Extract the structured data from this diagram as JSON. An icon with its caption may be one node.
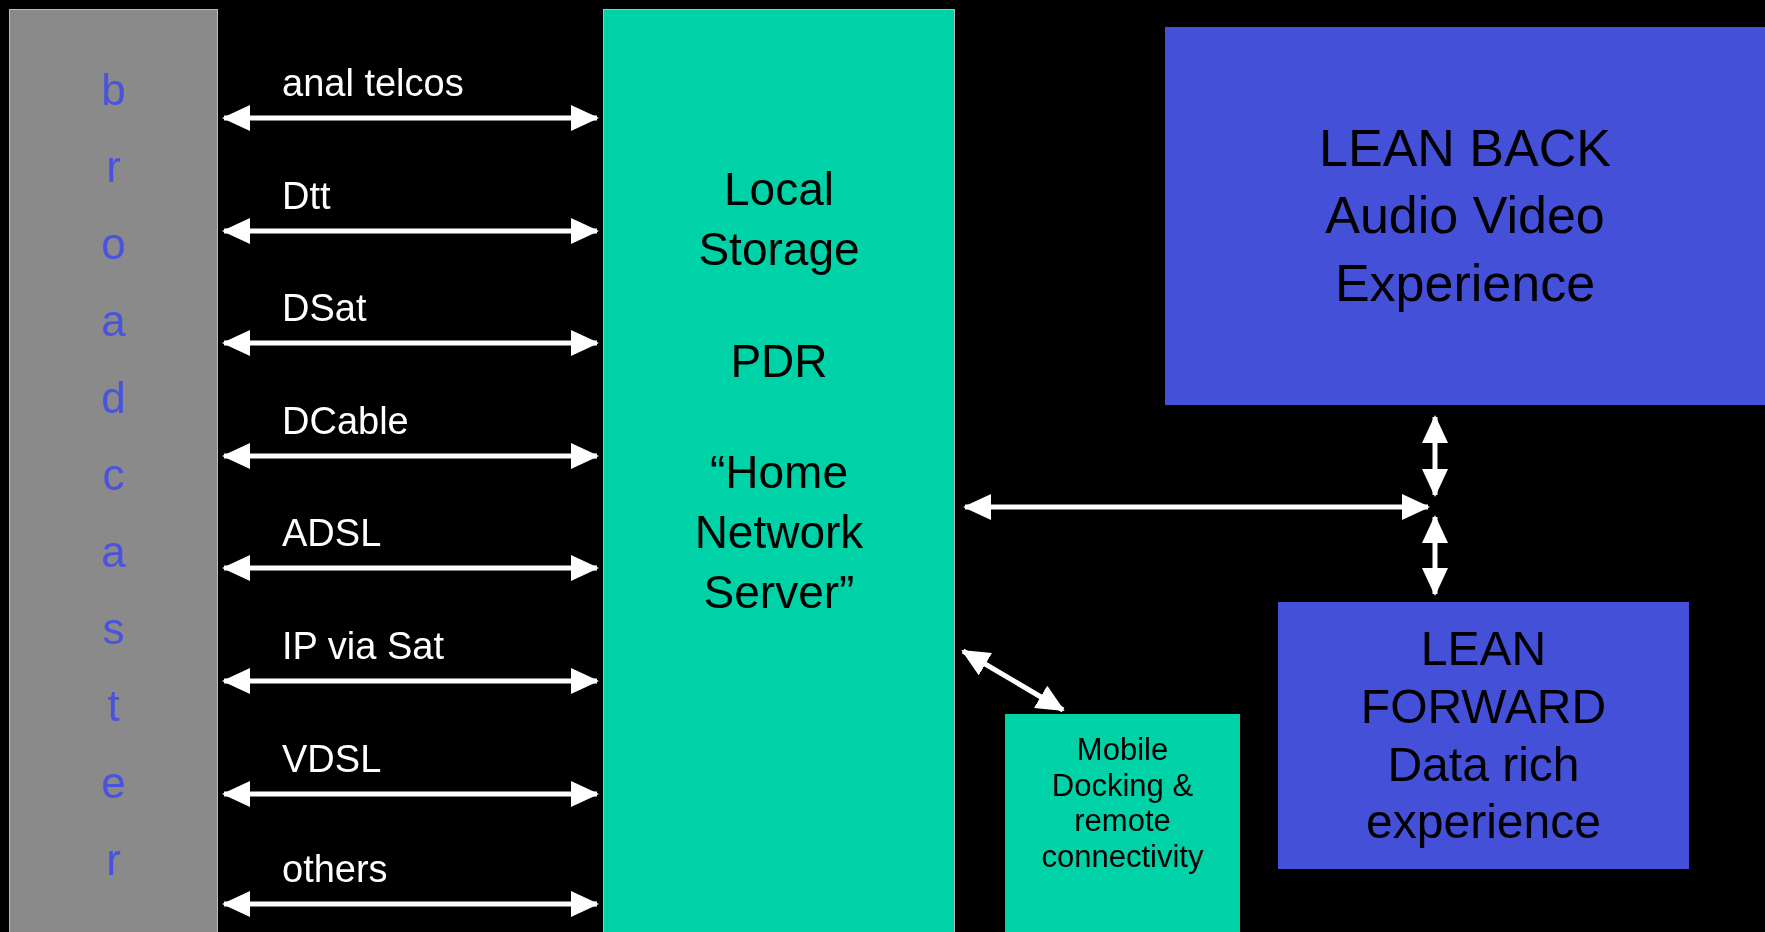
{
  "diagram": {
    "nodes": [
      {
        "text": [
          "broadcaster"
        ]
      },
      {
        "text": [
          "Local Storage",
          "PDR",
          "“Home Network Server”"
        ]
      },
      {
        "text": [
          "LEAN BACK Audio Video Experience"
        ]
      },
      {
        "text": [
          "LEAN FORWARD Data rich experience"
        ]
      },
      {
        "text": [
          "Mobile Docking & remote connectivity"
        ]
      }
    ],
    "edges": [
      {
        "from": 0,
        "to": 1,
        "arrow": "both",
        "label": "anal telcos"
      },
      {
        "from": 0,
        "to": 1,
        "arrow": "both",
        "label": "Dtt"
      },
      {
        "from": 0,
        "to": 1,
        "arrow": "both",
        "label": "DSat"
      },
      {
        "from": 0,
        "to": 1,
        "arrow": "both",
        "label": "DCable"
      },
      {
        "from": 0,
        "to": 1,
        "arrow": "both",
        "label": "ADSL"
      },
      {
        "from": 0,
        "to": 1,
        "arrow": "both",
        "label": "IP via Sat"
      },
      {
        "from": 0,
        "to": 1,
        "arrow": "both",
        "label": "VDSL"
      },
      {
        "from": 0,
        "to": 1,
        "arrow": "both",
        "label": "others"
      },
      {
        "from": 1,
        "to": null,
        "arrow": "both"
      },
      {
        "from": 2,
        "to": null,
        "arrow": "both"
      },
      {
        "from": 3,
        "to": null,
        "arrow": "both"
      },
      {
        "from": 1,
        "to": 4,
        "arrow": "both"
      }
    ]
  }
}
